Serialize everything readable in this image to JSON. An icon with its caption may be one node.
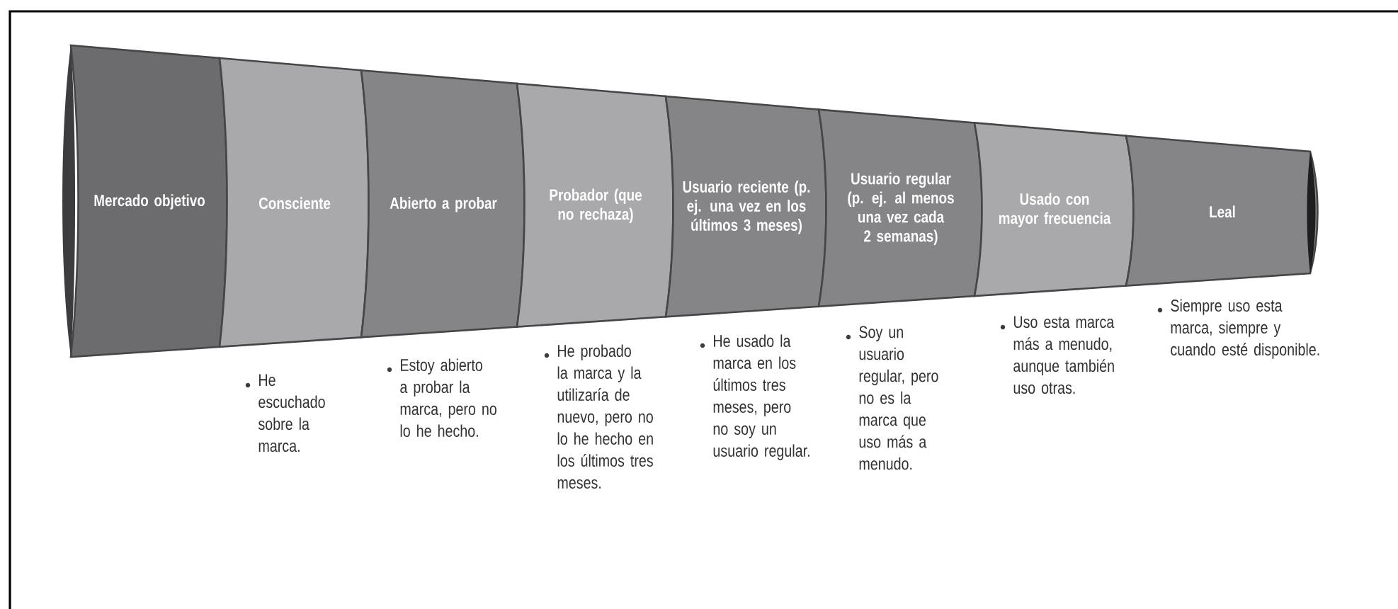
{
  "diagram": {
    "nodes": [
      {
        "text": [
          "Mercado objetivo"
        ]
      },
      {
        "text": [
          "Consciente"
        ],
        "beside": [
          "He escuchado sobre la marca."
        ]
      },
      {
        "text": [
          "Abierto a probar"
        ],
        "beside": [
          "Estoy abierto a probar la marca, pero no lo he hecho."
        ]
      },
      {
        "text": [
          "Probador (que no rechaza)"
        ],
        "beside": [
          "He probado la marca y la utilizaría de nuevo, pero no lo he hecho en los últimos tres meses."
        ]
      },
      {
        "text": [
          "Usuario reciente (p. ej. una vez en los últimos 3 meses)"
        ],
        "beside": [
          "He usado la marca en los últimos tres meses, pero no soy un usuario regular."
        ]
      },
      {
        "text": [
          "Usuario regular (p. ej. al menos una vez cada 2 semanas)"
        ],
        "beside": [
          "Soy un usuario regular, pero no es la marca que uso más a menudo."
        ]
      },
      {
        "text": [
          "Usado con mayor frecuencia"
        ],
        "beside": [
          "Uso esta marca más a menudo, aunque también uso otras."
        ]
      },
      {
        "text": [
          "Leal"
        ],
        "beside": [
          "Siempre uso esta marca, siempre y cuando esté disponible."
        ]
      }
    ]
  }
}
